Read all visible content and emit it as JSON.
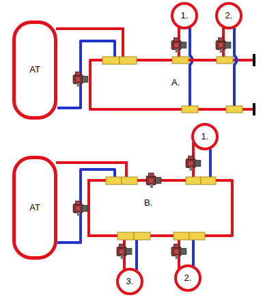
{
  "diagram": {
    "nodes": [
      {
        "text": [
          "AT"
        ]
      },
      {
        "text": [
          "1."
        ]
      },
      {
        "text": [
          "2."
        ]
      },
      {
        "text": [
          "AT"
        ]
      },
      {
        "text": [
          "1."
        ]
      },
      {
        "text": [
          "3."
        ]
      },
      {
        "text": [
          "2."
        ]
      }
    ],
    "edges": [
      {
        "from": 0,
        "to": 1,
        "arrow": "none"
      },
      {
        "from": 0,
        "to": 2,
        "arrow": "none"
      },
      {
        "from": 3,
        "to": 4,
        "arrow": "none"
      },
      {
        "from": 3,
        "to": 5,
        "arrow": "none"
      },
      {
        "from": 3,
        "to": 6,
        "arrow": "none"
      }
    ],
    "labels": [
      "A.",
      "B."
    ]
  }
}
